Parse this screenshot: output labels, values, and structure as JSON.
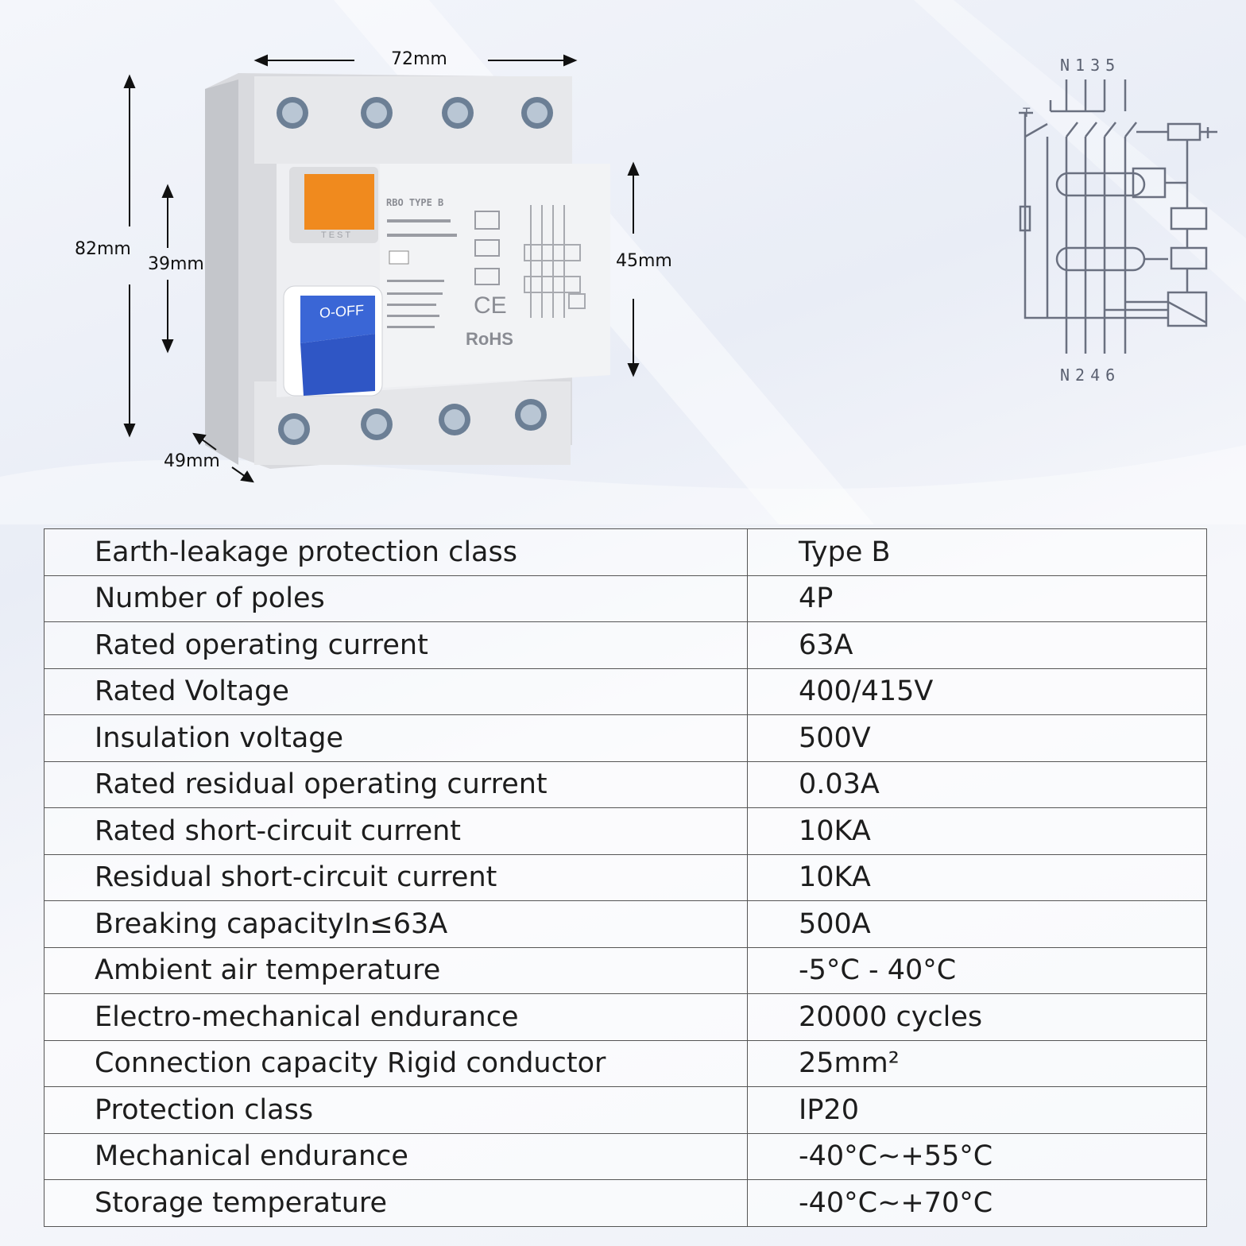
{
  "dimensions": {
    "width": "72mm",
    "height": "82mm",
    "module": "39mm",
    "front": "45mm",
    "depth": "49mm"
  },
  "device": {
    "switch_label": "O-OFF",
    "model_label": "RBO  TYPE B",
    "rohs": "RoHS",
    "ce": "CE",
    "test_label": "TEST"
  },
  "schematic": {
    "top_terminals": "N135",
    "bottom_terminals": "N246",
    "test_mark": "T"
  },
  "specs": [
    {
      "label": "Earth-leakage protection class",
      "value": "Type B"
    },
    {
      "label": "Number of poles",
      "value": "4P"
    },
    {
      "label": "Rated operating current",
      "value": "63A"
    },
    {
      "label": "Rated Voltage",
      "value": "400/415V"
    },
    {
      "label": "Insulation voltage",
      "value": "500V"
    },
    {
      "label": "Rated residual operating current",
      "value": "0.03A"
    },
    {
      "label": "Rated short-circuit current",
      "value": "10KA"
    },
    {
      "label": "Residual short-circuit current",
      "value": "10KA"
    },
    {
      "label": "Breaking capacityIn≤63A",
      "value": "500A"
    },
    {
      "label": "Ambient air temperature",
      "value": "-5°C - 40°C"
    },
    {
      "label": "Electro-mechanical endurance",
      "value": "20000 cycles"
    },
    {
      "label": "Connection capacity Rigid conductor",
      "value": "25mm²"
    },
    {
      "label": "Protection class",
      "value": "IP20"
    },
    {
      "label": "Mechanical endurance",
      "value": "-40°C~+55°C"
    },
    {
      "label": "Storage temperature",
      "value": "-40°C~+70°C"
    }
  ]
}
